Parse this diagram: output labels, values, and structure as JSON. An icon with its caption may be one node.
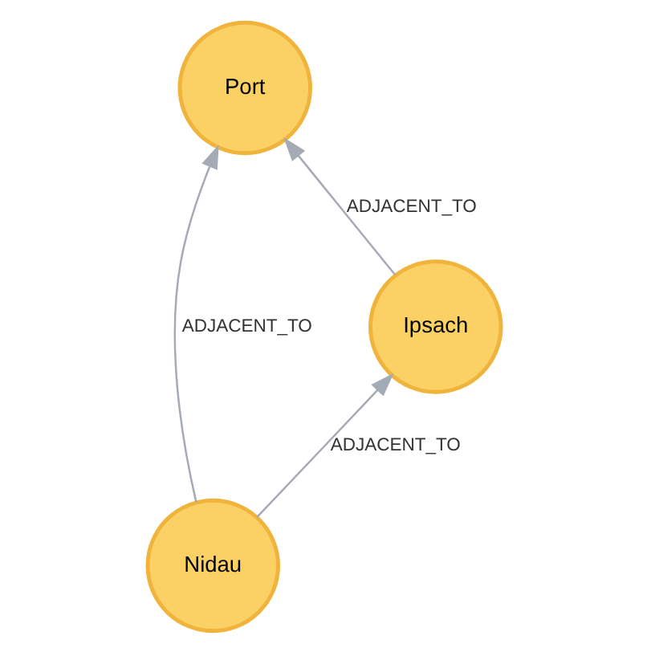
{
  "diagram": {
    "nodes": [
      {
        "text": [
          "Port"
        ]
      },
      {
        "text": [
          "Ipsach"
        ]
      },
      {
        "text": [
          "Nidau"
        ]
      }
    ],
    "edges": [
      {
        "from": 1,
        "to": 0,
        "arrow": "to",
        "label": "ADJACENT_TO"
      },
      {
        "from": 2,
        "to": 0,
        "arrow": "to",
        "label": "ADJACENT_TO"
      },
      {
        "from": 2,
        "to": 1,
        "arrow": "to",
        "label": "ADJACENT_TO"
      }
    ]
  }
}
